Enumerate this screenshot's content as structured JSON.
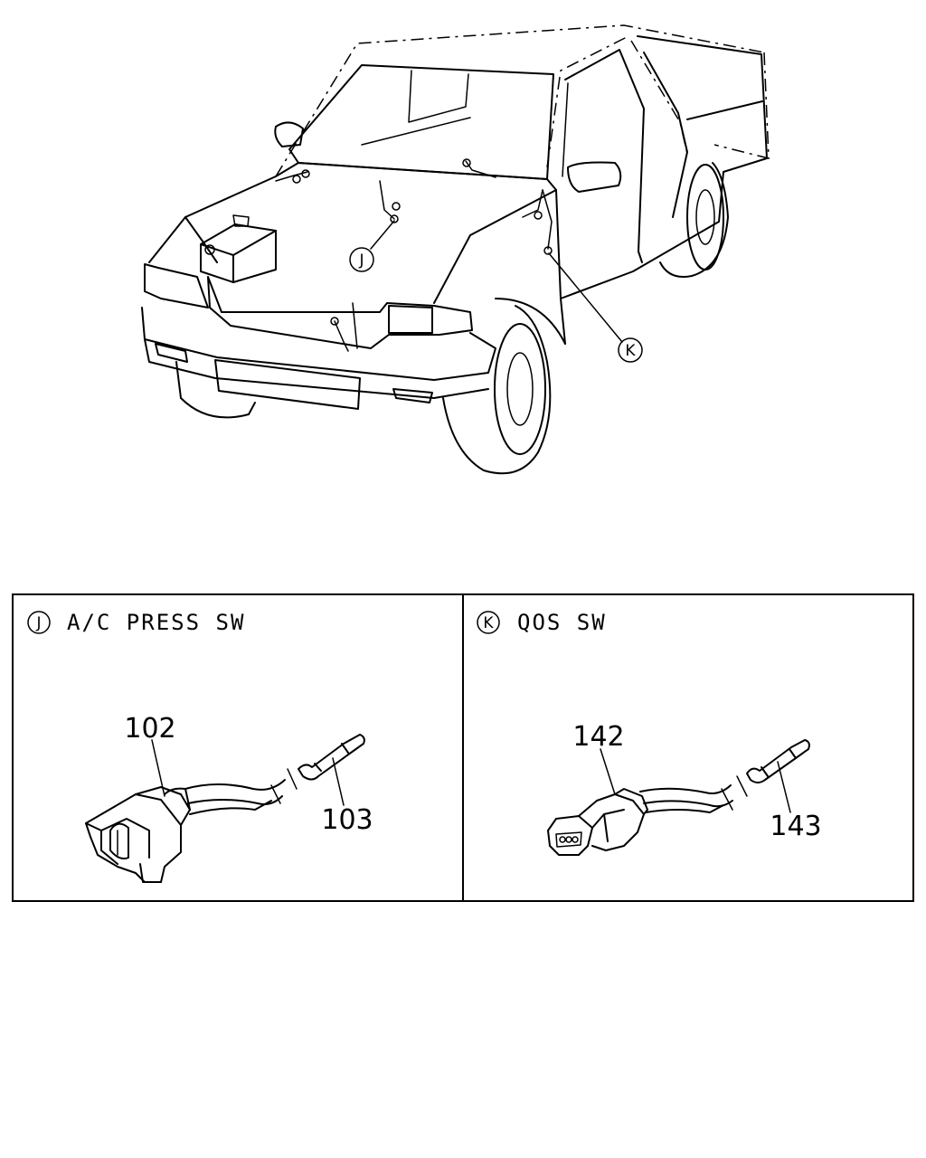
{
  "vehicle": {
    "callouts": [
      {
        "id": "J",
        "label": "J"
      },
      {
        "id": "K",
        "label": "K"
      }
    ]
  },
  "panels": [
    {
      "id": "J",
      "badge": "J",
      "title": "A/C PRESS SW",
      "parts": [
        {
          "number": "102",
          "description": "connector"
        },
        {
          "number": "103",
          "description": "terminal"
        }
      ]
    },
    {
      "id": "K",
      "badge": "K",
      "title": "QOS SW",
      "parts": [
        {
          "number": "142",
          "description": "connector"
        },
        {
          "number": "143",
          "description": "terminal"
        }
      ]
    }
  ]
}
